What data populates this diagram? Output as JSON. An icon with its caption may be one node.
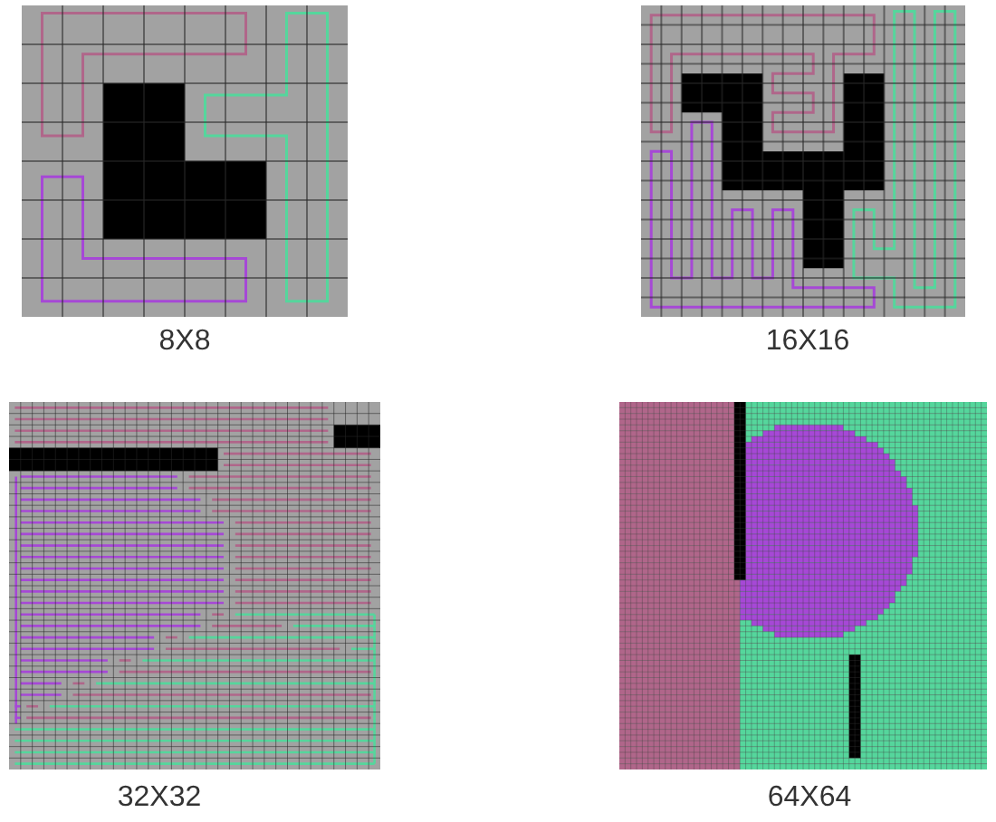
{
  "diagram": {
    "labels": [
      "8X8",
      "16X16",
      "32X32",
      "64X64"
    ]
  }
}
